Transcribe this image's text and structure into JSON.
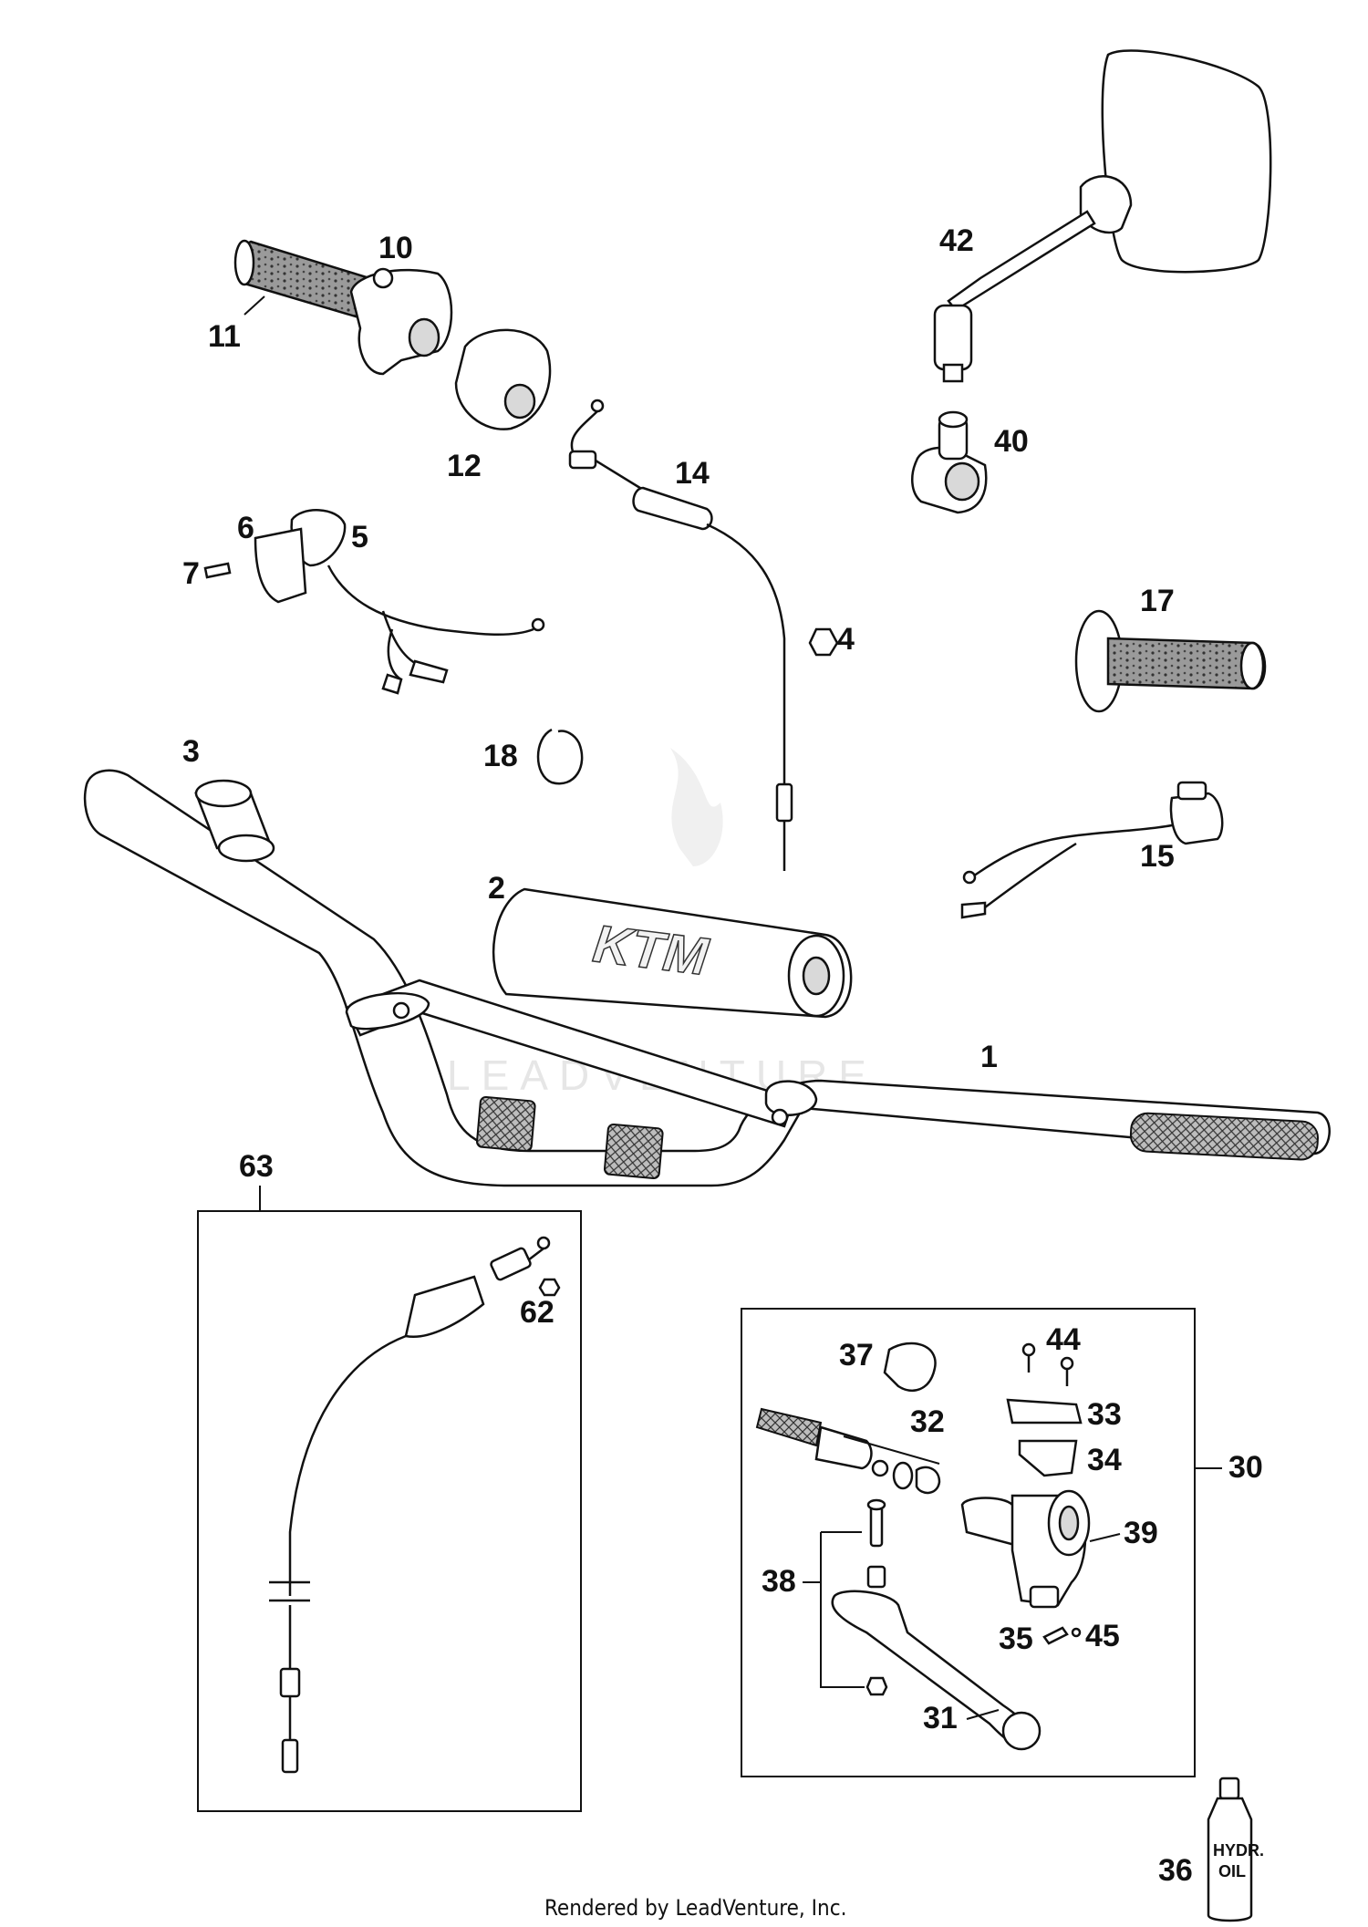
{
  "callouts": {
    "c1": "1",
    "c2": "2",
    "c3": "3",
    "c4": "4",
    "c5": "5",
    "c6": "6",
    "c7": "7",
    "c10": "10",
    "c11": "11",
    "c12": "12",
    "c14": "14",
    "c15": "15",
    "c17": "17",
    "c18": "18",
    "c30": "30",
    "c31": "31",
    "c32": "32",
    "c33": "33",
    "c34": "34",
    "c35": "35",
    "c36": "36",
    "c37": "37",
    "c38": "38",
    "c39": "39",
    "c40": "40",
    "c42": "42",
    "c44": "44",
    "c45": "45",
    "c62": "62",
    "c63": "63"
  },
  "pad_brand": "KTM",
  "oil_bottle_label": [
    "HYDR.",
    "OIL"
  ],
  "watermark": "LEADVENTURE",
  "footer": "Rendered by LeadVenture, Inc."
}
